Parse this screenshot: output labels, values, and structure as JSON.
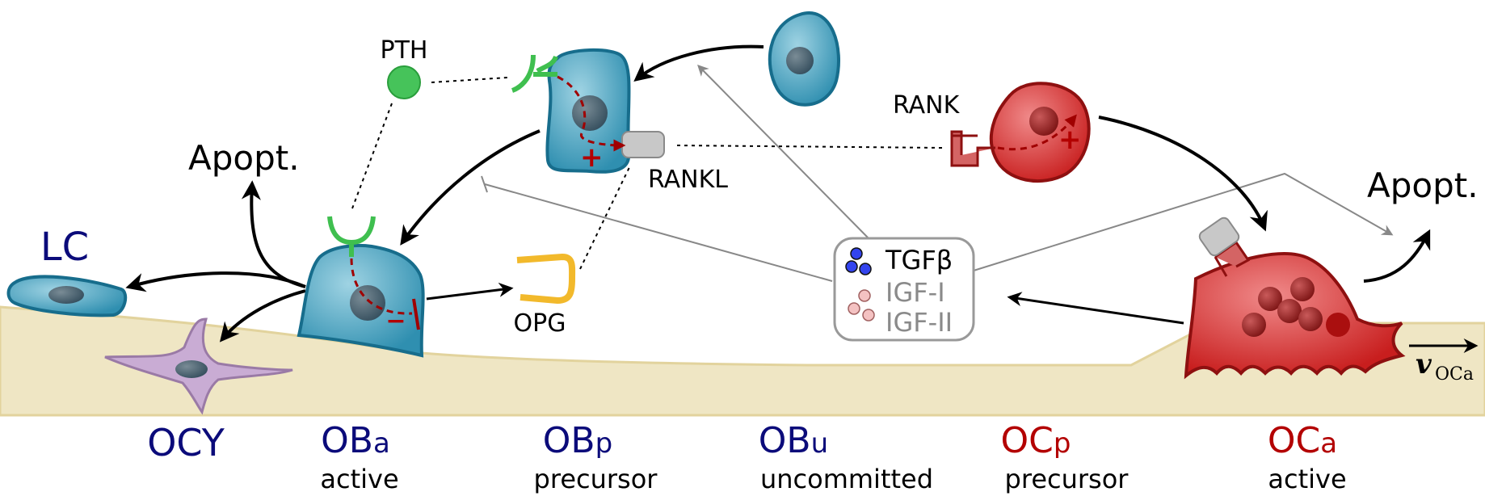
{
  "labels": {
    "pth": "PTH",
    "rank": "RANK",
    "rankl": "RANKL",
    "opg": "OPG",
    "tgfb": "TGFβ",
    "igf1": "IGF-I",
    "igf2": "IGF-II",
    "apopt_left": "Apopt.",
    "apopt_right": "Apopt.",
    "lc": "LC",
    "plus": "+",
    "minus": "−",
    "velocity_v": "v",
    "velocity_sub": "OCa"
  },
  "cells": [
    {
      "key": "ocy",
      "name": "OCY",
      "sub": "",
      "desc": "",
      "color": "#0b0b7a"
    },
    {
      "key": "oba",
      "name": "OB",
      "sub": "a",
      "desc": "active",
      "color": "#0b0b7a"
    },
    {
      "key": "obp",
      "name": "OB",
      "sub": "p",
      "desc": "precursor",
      "color": "#0b0b7a"
    },
    {
      "key": "obu",
      "name": "OB",
      "sub": "u",
      "desc": "uncommitted",
      "color": "#0b0b7a"
    },
    {
      "key": "ocp",
      "name": "OC",
      "sub": "p",
      "desc": "precursor",
      "color": "#b30000"
    },
    {
      "key": "oca",
      "name": "OC",
      "sub": "a",
      "desc": "active",
      "color": "#b30000"
    }
  ],
  "colors": {
    "bone": "#efe6c4",
    "bone_edge": "#e2d39d",
    "blue_cell": "#3f9bb8",
    "red_cell": "#d42a2a",
    "receptor_green": "#3fbf4f",
    "opg_yellow": "#f2b92b",
    "ocy_purple": "#c4a8cf"
  }
}
